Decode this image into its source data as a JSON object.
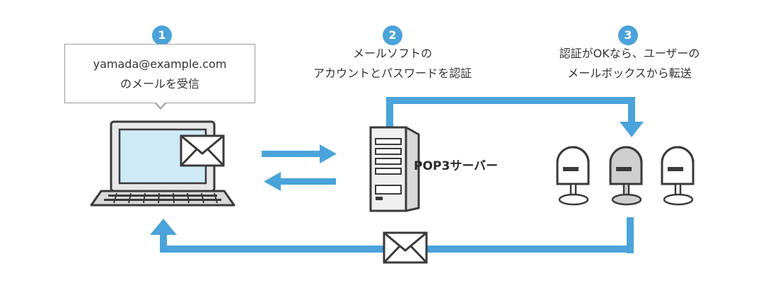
{
  "colors": {
    "accent": "#4aa3db",
    "text": "#333333",
    "icon_stroke": "#3a3a3a",
    "icon_fill": "#e8e8e8",
    "screen": "#cdeaf6"
  },
  "steps": [
    {
      "number": "1",
      "lines": [
        "yamada@example.com",
        "のメールを受信"
      ]
    },
    {
      "number": "2",
      "lines": [
        "メールソフトの",
        "アカウントとパスワードを認証"
      ]
    },
    {
      "number": "3",
      "lines": [
        "認証がOKなら、ユーザーの",
        "メールボックスから転送"
      ]
    }
  ],
  "server": {
    "label": "POP3サーバー"
  },
  "icons": {
    "laptop": "laptop-icon",
    "envelope": "envelope-icon",
    "server": "server-tower-icon",
    "mailbox": "mailbox-icon"
  }
}
